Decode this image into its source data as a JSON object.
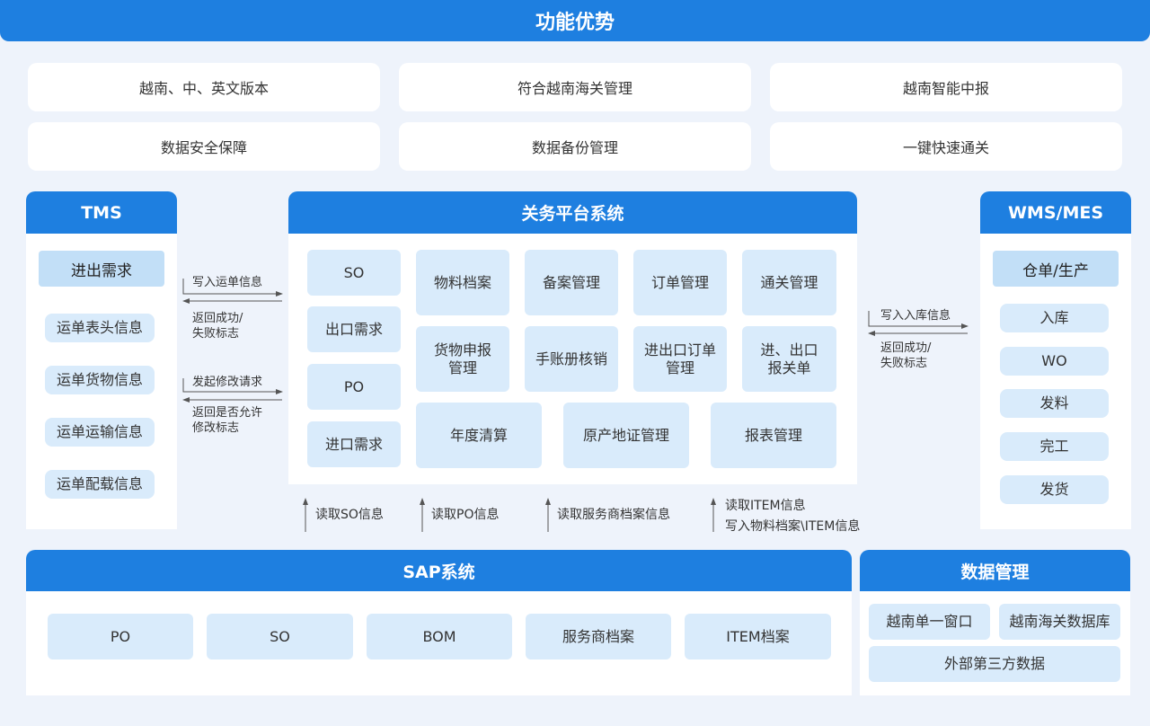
{
  "header": {
    "title": "功能优势"
  },
  "features": [
    [
      "越南、中、英文版本",
      "符合越南海关管理",
      "越南智能中报"
    ],
    [
      "数据安全保障",
      "数据备份管理",
      "一键快速通关"
    ]
  ],
  "tms": {
    "title": "TMS",
    "main": "进出需求",
    "items": [
      "运单表头信息",
      "运单货物信息",
      "运单运输信息",
      "运单配载信息"
    ]
  },
  "tms_arrows": {
    "write": "写入运单信息",
    "return1": [
      "返回成功/",
      "失败标志"
    ],
    "modify": "发起修改请求",
    "return2": [
      "返回是否允许",
      "修改标志"
    ]
  },
  "platform": {
    "title": "关务平台系统",
    "left": [
      "SO",
      "出口需求",
      "PO",
      "进口需求"
    ],
    "grid_row1": [
      "物料档案",
      "备案管理",
      "订单管理",
      "通关管理"
    ],
    "grid_row2": [
      [
        "货物申报",
        "管理"
      ],
      [
        "手账册核销"
      ],
      [
        "进出口订单",
        "管理"
      ],
      [
        "进、出口",
        "报关单"
      ]
    ],
    "grid_row3": [
      "年度清算",
      "原产地证管理",
      "报表管理"
    ]
  },
  "read_arrows": [
    "读取SO信息",
    "读取PO信息",
    "读取服务商档案信息",
    "读取ITEM信息",
    "写入物料档案\\ITEM信息"
  ],
  "wms_arrows": {
    "write": "写入入库信息",
    "return": [
      "返回成功/",
      "失败标志"
    ]
  },
  "wms": {
    "title": "WMS/MES",
    "main": "仓单/生产",
    "items": [
      "入库",
      "WO",
      "发料",
      "完工",
      "发货"
    ]
  },
  "sap": {
    "title": "SAP系统",
    "items": [
      "PO",
      "SO",
      "BOM",
      "服务商档案",
      "ITEM档案"
    ]
  },
  "data_mgmt": {
    "title": "数据管理",
    "items": [
      "越南单一窗口",
      "越南海关数据库",
      "外部第三方数据"
    ]
  },
  "colors": {
    "accent": "#1e7fe0",
    "chip": "#d9ebfb",
    "background": "#eef3fb"
  }
}
